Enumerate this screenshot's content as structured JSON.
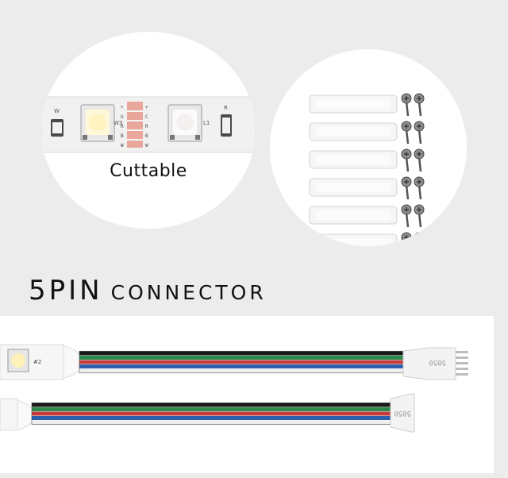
{
  "strip_photo": {
    "cut_label": "Cuttable",
    "pad_labels": [
      "+",
      "G",
      "R",
      "B",
      "W"
    ],
    "pad_labels_right": [
      "+",
      "C",
      "R",
      "B",
      "W"
    ],
    "led_marker": "W3",
    "marker_right": "L1",
    "resistor_label_left": "W",
    "resistor_label_right": "R"
  },
  "clips_photo": {
    "clip_count": 6,
    "screws_per_clip": 2
  },
  "headline": {
    "title_big": "5PIN",
    "title_small": "CONNECTOR"
  },
  "connector_photo": {
    "wire_colors": [
      "#1a1a1a",
      "#2d8a4a",
      "#c43b3b",
      "#2d5fb0",
      "#eeeeee"
    ],
    "board_marker": "#2",
    "plug_marker": "5050",
    "cable_count": 2
  }
}
